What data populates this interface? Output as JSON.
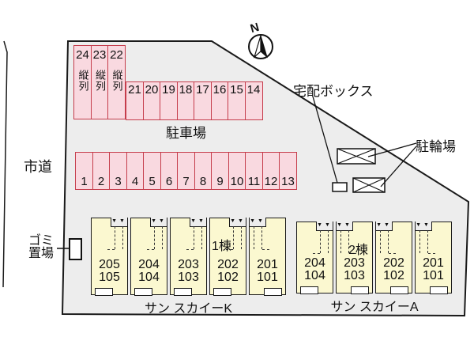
{
  "site": {
    "labels": {
      "parking_lot": "駐車場",
      "city_road": "市道",
      "garbage_line1": "ゴミ",
      "garbage_line2": "置場",
      "delivery_box": "宅配ボックス",
      "bicycle_parking": "駐輪場",
      "compass_north": "N"
    },
    "colors": {
      "site_fill": "#ededed",
      "outline": "#1a1a1a",
      "stall_fill": "#f9d9e0",
      "stall_border": "#c53c4b",
      "building_fill": "#fbf8d0"
    }
  },
  "parking": {
    "tandem_stalls": [
      {
        "n": "24",
        "col": "縦列"
      },
      {
        "n": "23",
        "col": "縦列"
      },
      {
        "n": "22",
        "col": "縦列"
      }
    ],
    "upper_row": [
      "21",
      "20",
      "19",
      "18",
      "17",
      "16",
      "15",
      "14"
    ],
    "lower_row": [
      "1",
      "2",
      "3",
      "4",
      "5",
      "6",
      "7",
      "8",
      "9",
      "10",
      "11",
      "12",
      "13"
    ]
  },
  "buildings": [
    {
      "name": "サン スカイーK",
      "units": [
        {
          "n1": "205",
          "n2": "105",
          "notch": "right",
          "porch": "left"
        },
        {
          "n1": "204",
          "n2": "104",
          "notch": "right",
          "porch": "left"
        },
        {
          "n1": "203",
          "n2": "103",
          "notch": "right",
          "porch": "left"
        },
        {
          "n1": "202",
          "n2": "102",
          "notch": "right",
          "porch": "left",
          "tag": "1棟"
        },
        {
          "n1": "201",
          "n2": "101",
          "notch": "left",
          "porch": "right"
        }
      ]
    },
    {
      "name": "サン スカイーA",
      "units": [
        {
          "n1": "204",
          "n2": "104",
          "notch": "right",
          "porch": "left"
        },
        {
          "n1": "203",
          "n2": "103",
          "notch": "left",
          "porch": "right",
          "tag": "2棟"
        },
        {
          "n1": "202",
          "n2": "102",
          "notch": "left",
          "porch": "right"
        },
        {
          "n1": "201",
          "n2": "101",
          "notch": "left",
          "porch": "right"
        }
      ]
    }
  ]
}
